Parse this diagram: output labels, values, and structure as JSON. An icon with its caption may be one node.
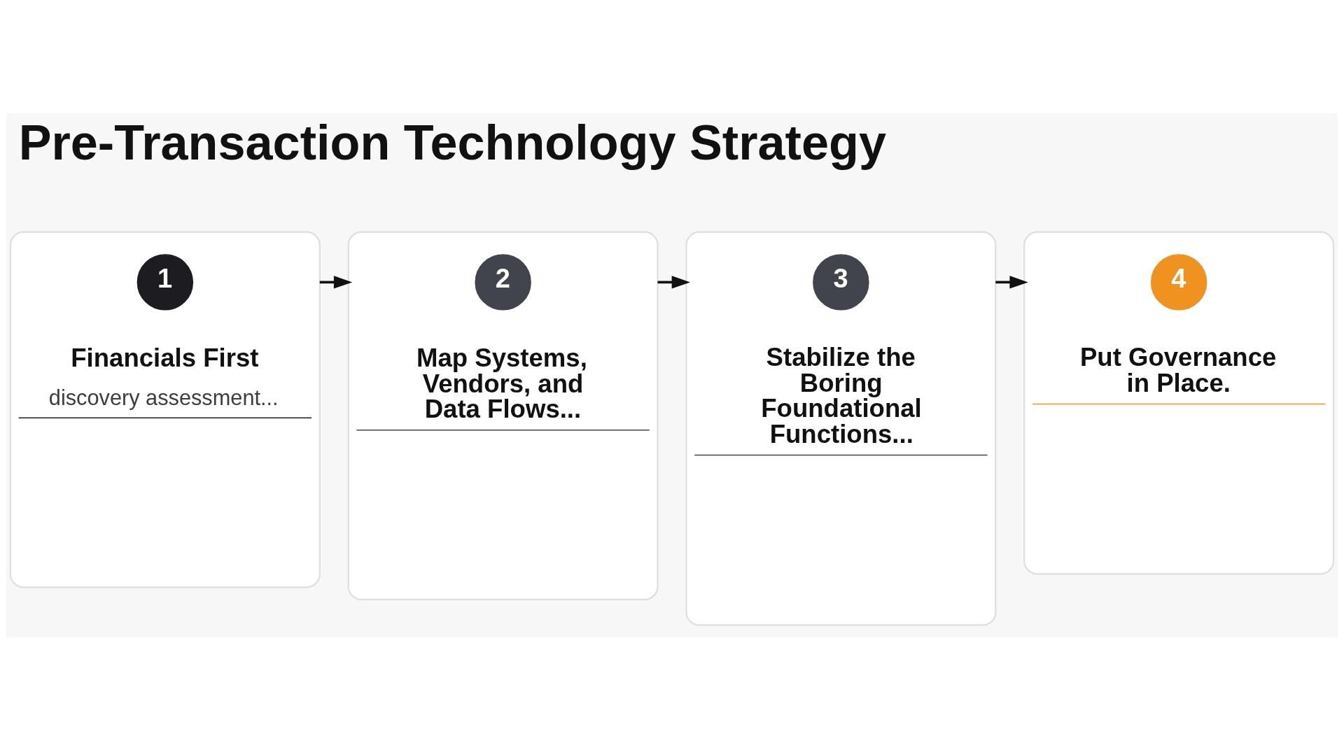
{
  "diagram": {
    "title": "Pre-Transaction Technology Strategy",
    "nodes": [
      {
        "text": [
          "Financials First",
          "discovery assessment..."
        ]
      },
      {
        "text": [
          "1"
        ],
        "in": 0
      },
      {
        "text": [
          "Map Systems, Vendors, and Data Flows..."
        ]
      },
      {
        "text": [
          "2"
        ],
        "in": 2
      },
      {
        "text": [
          "Stabilize the Boring Foundational Functions..."
        ]
      },
      {
        "text": [
          "3"
        ],
        "in": 4
      },
      {
        "text": [
          "Put Governance in Place."
        ]
      },
      {
        "text": [
          "4"
        ],
        "in": 6
      }
    ],
    "edges": [
      {
        "from": 0,
        "to": 2,
        "arrow": "to"
      },
      {
        "from": 2,
        "to": 4,
        "arrow": "to"
      },
      {
        "from": 4,
        "to": 6,
        "arrow": "to"
      }
    ]
  }
}
